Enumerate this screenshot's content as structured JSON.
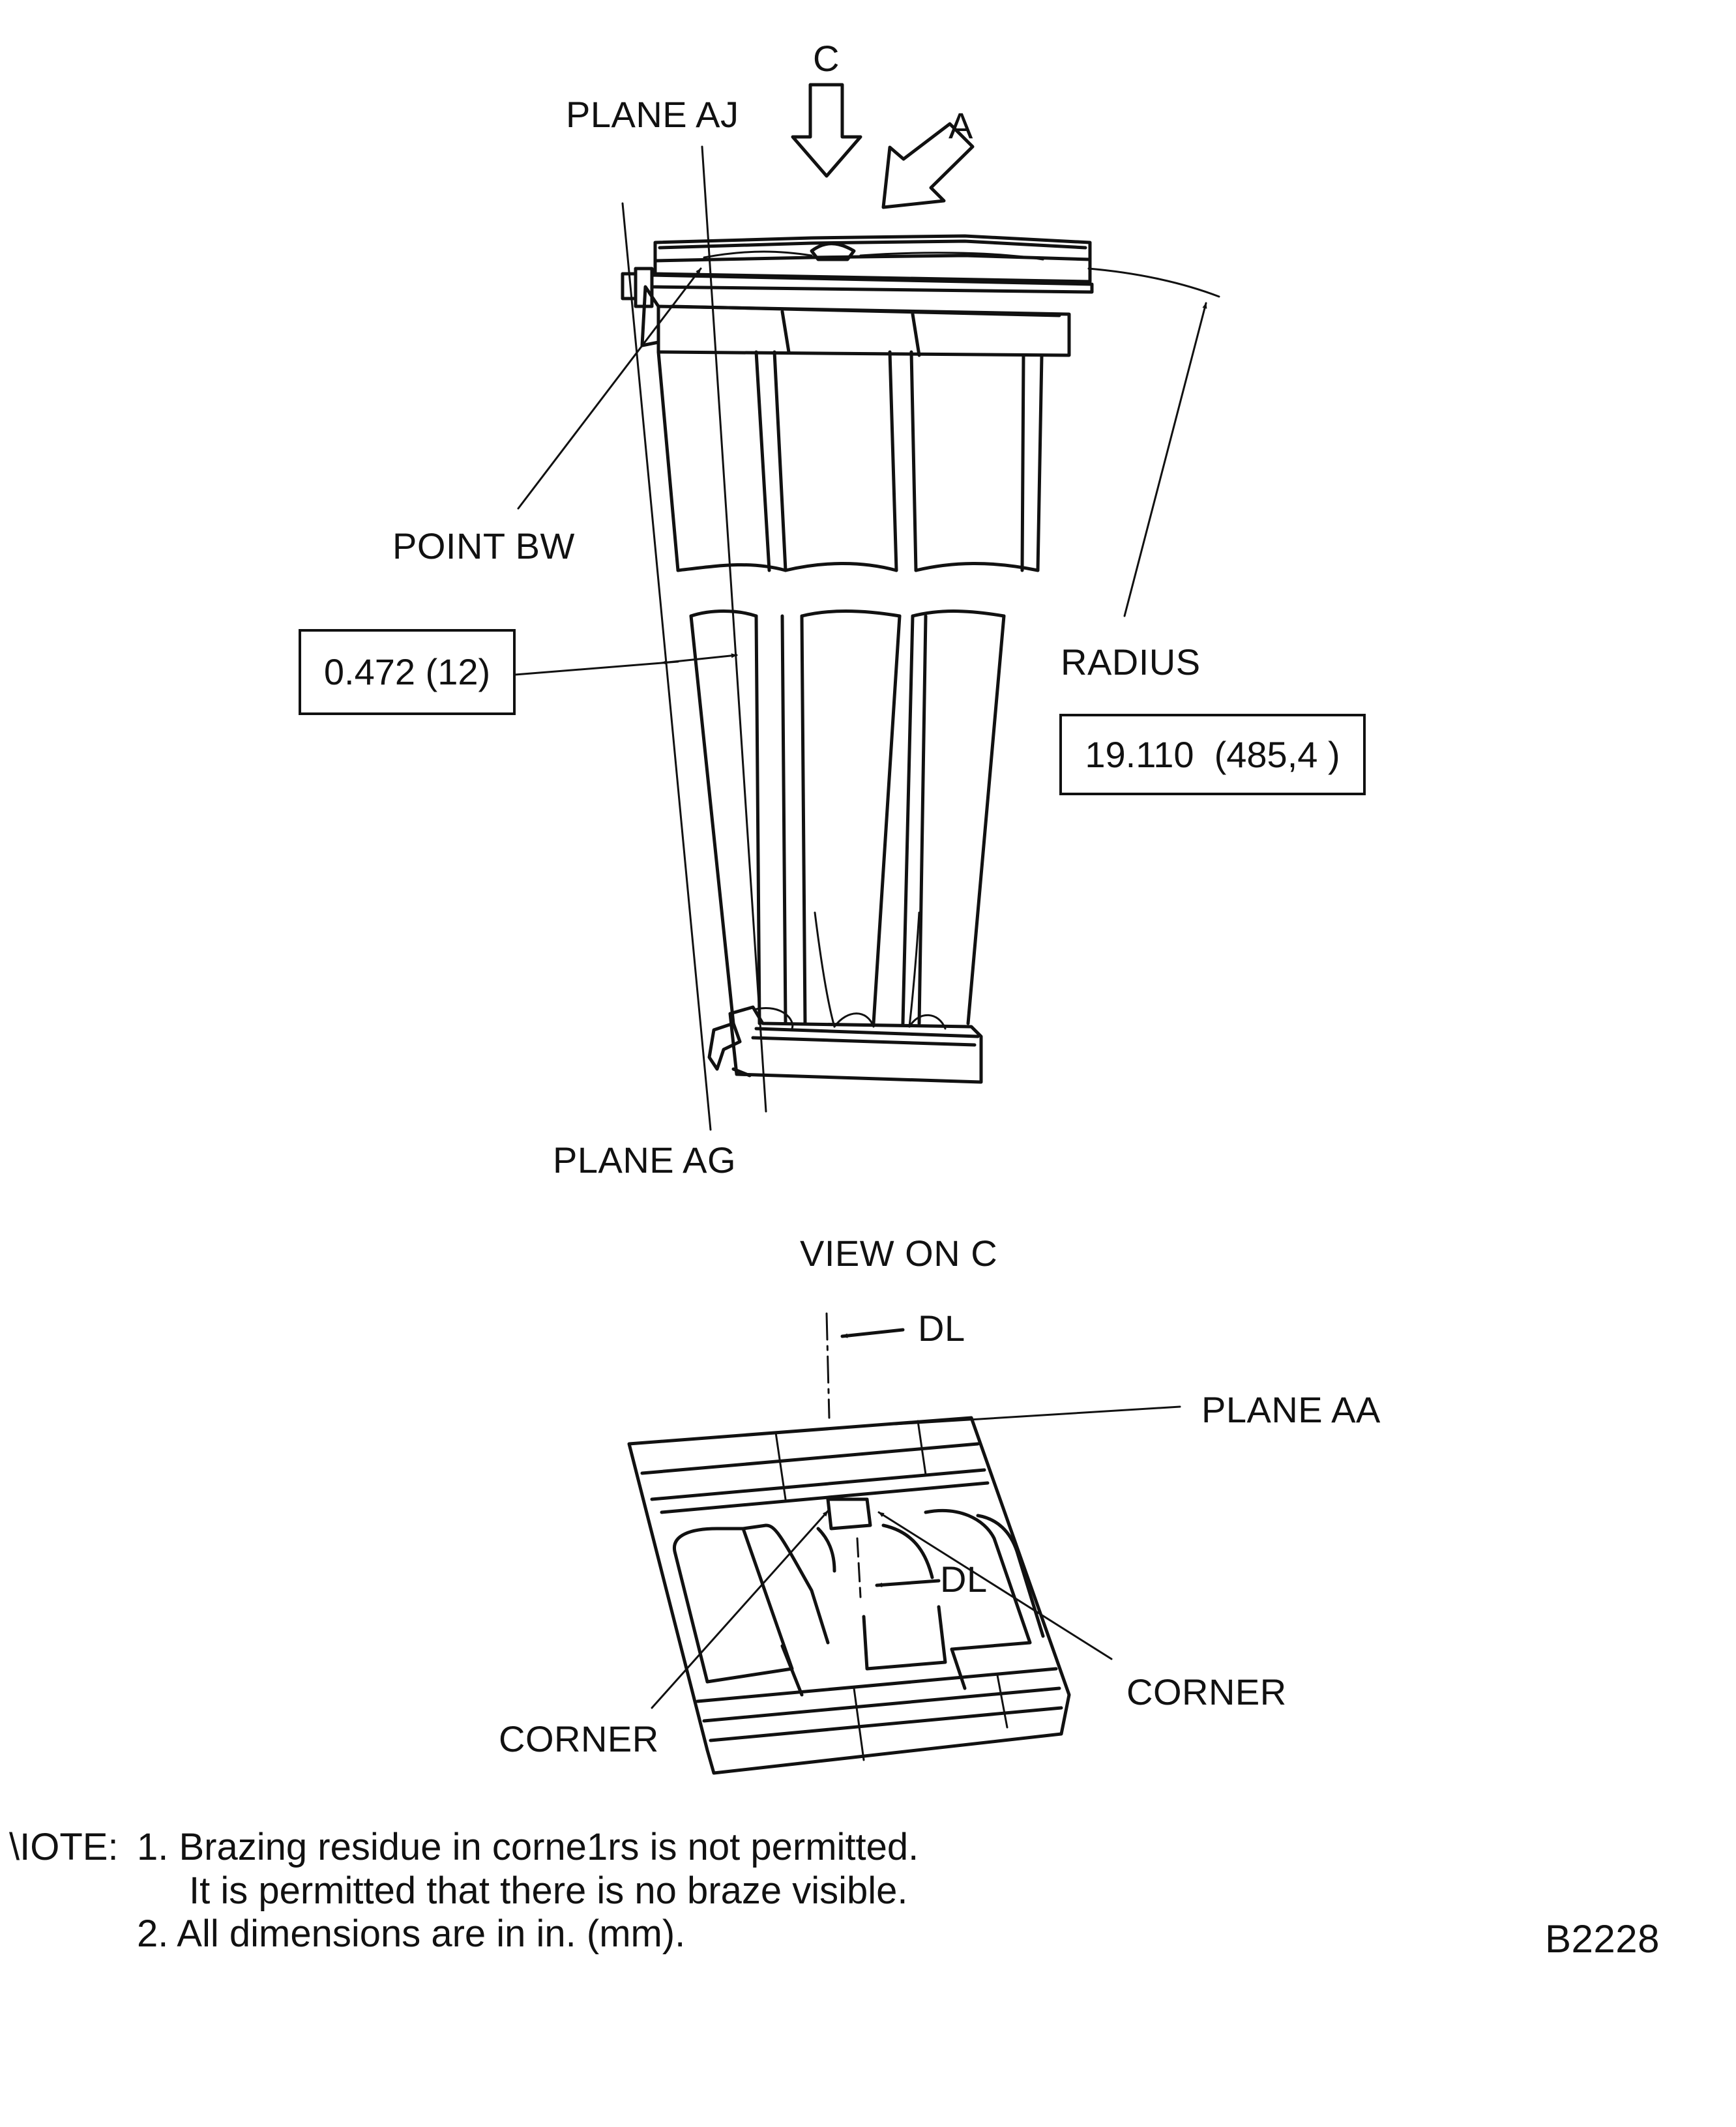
{
  "labels": {
    "view_c_arrow": "C",
    "view_a_arrow": "A",
    "plane_aj": "PLANE AJ",
    "point_bw": "POINT BW",
    "radius": "RADIUS",
    "plane_ag": "PLANE AG",
    "view_on_c": "VIEW ON C",
    "dl_top": "DL",
    "plane_aa": "PLANE AA",
    "dl_mid": "DL",
    "corner_right": "CORNER",
    "corner_left": "CORNER",
    "figure_id": "B2228"
  },
  "dimensions": {
    "gap": "0.472 (12)",
    "radius_value": "19.110  (485,4 )"
  },
  "notes": {
    "prefix": "\\IOTE:",
    "line1": "1. Brazing residue in corne1rs is not permitted.",
    "line1_cont": "It is permitted that there is no braze visible.",
    "line2": "2. All dimensions are in in. (mm)."
  }
}
